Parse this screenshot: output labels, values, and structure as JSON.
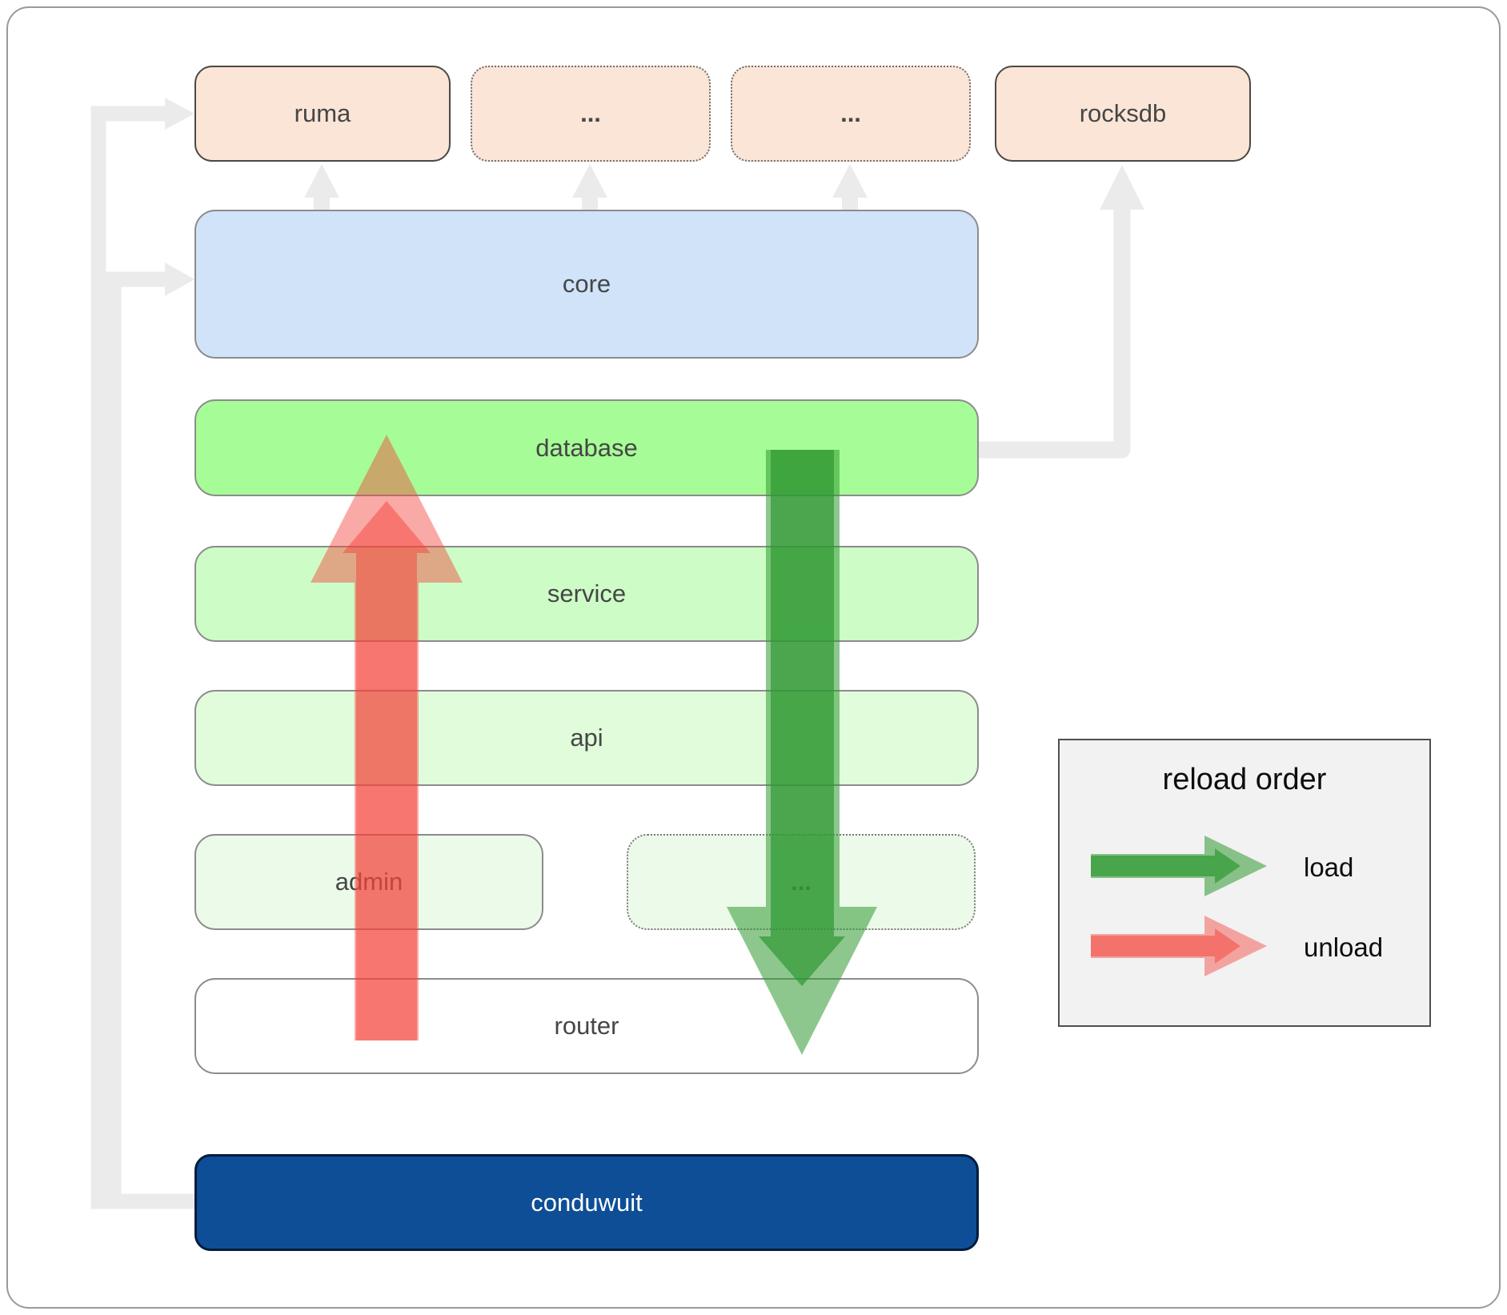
{
  "colors": {
    "peach_fill": "#fbe5d6",
    "core_fill": "#d0e3f8",
    "database_fill": "#a6fc96",
    "service_fill": "#cdfcc6",
    "api_fill": "#e0fcdb",
    "admin_fill": "#ecfae9",
    "router_fill": "#ffffff",
    "conduwuit_fill": "#0e4e96",
    "load_green": "#2f9932",
    "unload_red": "#f4433a",
    "connector_gray": "#ebebeb",
    "label_gray": "#464646",
    "legend_bg": "#f2f2f2"
  },
  "boxes": {
    "ruma": {
      "label": "ruma"
    },
    "deps_1": {
      "label": "..."
    },
    "deps_2": {
      "label": "..."
    },
    "rocksdb": {
      "label": "rocksdb"
    },
    "core": {
      "label": "core"
    },
    "database": {
      "label": "database"
    },
    "service": {
      "label": "service"
    },
    "api": {
      "label": "api"
    },
    "admin": {
      "label": "admin"
    },
    "more_services": {
      "label": "..."
    },
    "router": {
      "label": "router"
    },
    "conduwuit": {
      "label": "conduwuit"
    }
  },
  "legend": {
    "title": "reload order",
    "items": {
      "load": {
        "label": "load",
        "color": "#2f9932"
      },
      "unload": {
        "label": "unload",
        "color": "#f4433a"
      }
    }
  },
  "arrows": {
    "load": {
      "direction": "down",
      "from": "database",
      "to": "router",
      "color": "#2f9932"
    },
    "unload": {
      "direction": "up",
      "from": "router",
      "to": "database",
      "color": "#f4433a"
    }
  }
}
